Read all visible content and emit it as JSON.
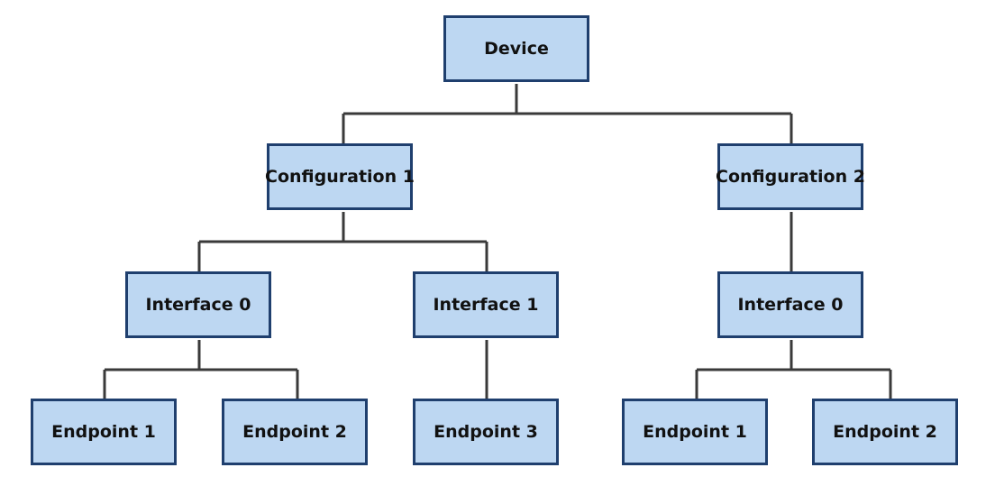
{
  "colors": {
    "node_fill": "#bdd7f2",
    "node_border": "#1f3f6e",
    "connector": "#3a3a3a",
    "text": "#111111"
  },
  "nodes": {
    "device": "Device",
    "config1": "Configuration 1",
    "config2": "Configuration 2",
    "config1_interface0": "Interface 0",
    "config1_interface1": "Interface 1",
    "config2_interface0": "Interface 0",
    "config1_if0_endpoint1": "Endpoint 1",
    "config1_if0_endpoint2": "Endpoint 2",
    "config1_if1_endpoint3": "Endpoint 3",
    "config2_if0_endpoint1": "Endpoint 1",
    "config2_if0_endpoint2": "Endpoint 2"
  },
  "edges": [
    [
      "device",
      "config1"
    ],
    [
      "device",
      "config2"
    ],
    [
      "config1",
      "config1_interface0"
    ],
    [
      "config1",
      "config1_interface1"
    ],
    [
      "config2",
      "config2_interface0"
    ],
    [
      "config1_interface0",
      "config1_if0_endpoint1"
    ],
    [
      "config1_interface0",
      "config1_if0_endpoint2"
    ],
    [
      "config1_interface1",
      "config1_if1_endpoint3"
    ],
    [
      "config2_interface0",
      "config2_if0_endpoint1"
    ],
    [
      "config2_interface0",
      "config2_if0_endpoint2"
    ]
  ]
}
